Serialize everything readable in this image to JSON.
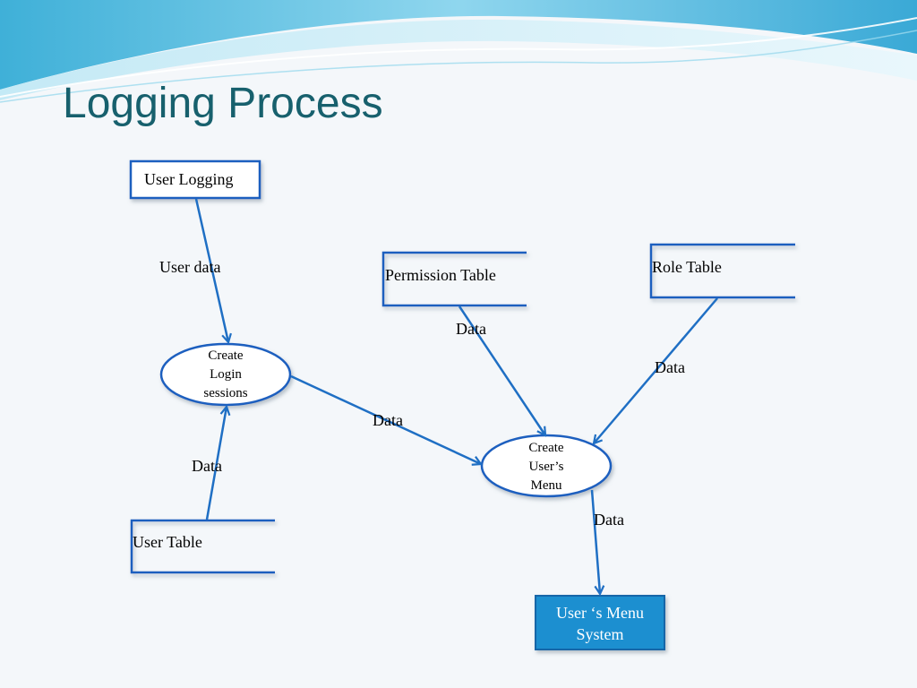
{
  "title": "Logging Process",
  "colors": {
    "title": "#17606d",
    "arrow": "#1f6fc4",
    "box_border": "#1f5fbf",
    "output_box_fill": "#1e8fd0",
    "output_text": "#ffffff"
  },
  "nodes": {
    "user_logging": "User Logging",
    "create_login_sessions": [
      "Create",
      "Login",
      "sessions"
    ],
    "permission_table": "Permission Table",
    "role_table": "Role Table",
    "user_table": "User Table",
    "create_users_menu": [
      "Create",
      "User’s",
      "Menu"
    ],
    "users_menu_system": [
      "User ‘s Menu",
      "System"
    ]
  },
  "flows": {
    "user_data": "User data",
    "data_permission": "Data",
    "data_role": "Data",
    "data_sessions_to_menu": "Data",
    "data_user_table": "Data",
    "data_menu_to_system": "Data"
  }
}
